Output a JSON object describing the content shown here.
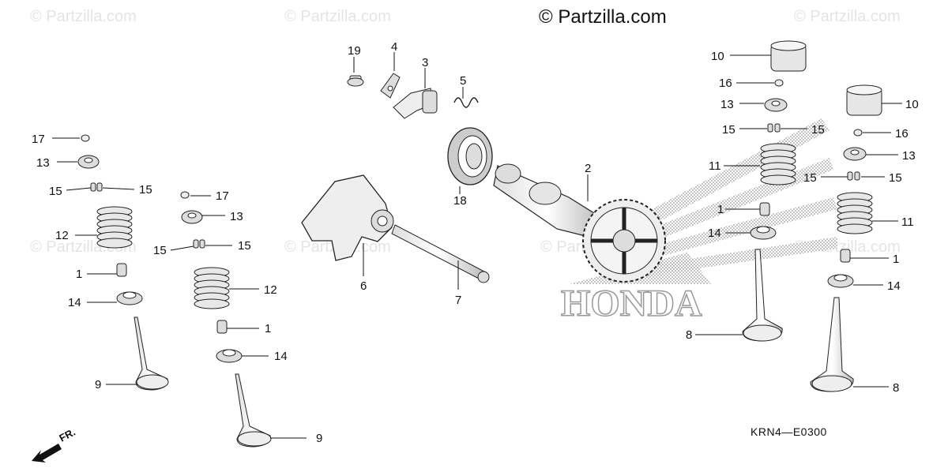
{
  "header": {
    "watermark_main": "© Partzilla.com"
  },
  "watermark": {
    "text": "© Partzilla.com"
  },
  "diagram": {
    "code": "KRN4—E0300",
    "front_marker": "FR.",
    "brand_text": "HONDA",
    "callouts": {
      "c1a": "1",
      "c1b": "1",
      "c1c": "1",
      "c1d": "1",
      "c2": "2",
      "c3": "3",
      "c4": "4",
      "c5": "5",
      "c6": "6",
      "c7": "7",
      "c8a": "8",
      "c8b": "8",
      "c9a": "9",
      "c9b": "9",
      "c10a": "10",
      "c10b": "10",
      "c11a": "11",
      "c11b": "11",
      "c12a": "12",
      "c12b": "12",
      "c13a": "13",
      "c13b": "13",
      "c13c": "13",
      "c13d": "13",
      "c14a": "14",
      "c14b": "14",
      "c14c": "14",
      "c14d": "14",
      "c15a": "15",
      "c15b": "15",
      "c15c": "15",
      "c15d": "15",
      "c15e": "15",
      "c15f": "15",
      "c15g": "15",
      "c15h": "15",
      "c16a": "16",
      "c16b": "16",
      "c17a": "17",
      "c17b": "17",
      "c18": "18",
      "c19": "19"
    }
  }
}
